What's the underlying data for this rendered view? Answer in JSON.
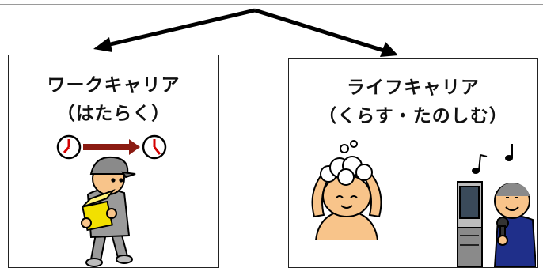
{
  "work": {
    "title": "ワークキャリア",
    "subtitle": "（はたらく）"
  },
  "life": {
    "title": "ライフキャリア",
    "subtitle": "（くらす・たのしむ）"
  },
  "icons": [
    "clock-icon",
    "arrow-right-icon",
    "worker-carrying-box-icon",
    "child-washing-hair-icon",
    "music-note-icon",
    "karaoke-singer-icon",
    "television-icon"
  ],
  "colors": {
    "arrow": "#000000",
    "clock_hand": "#d40000",
    "box": "#f2e000",
    "skin": "#f8c48a",
    "cap": "#8a8a8a",
    "foam": "#bfe8ff"
  }
}
